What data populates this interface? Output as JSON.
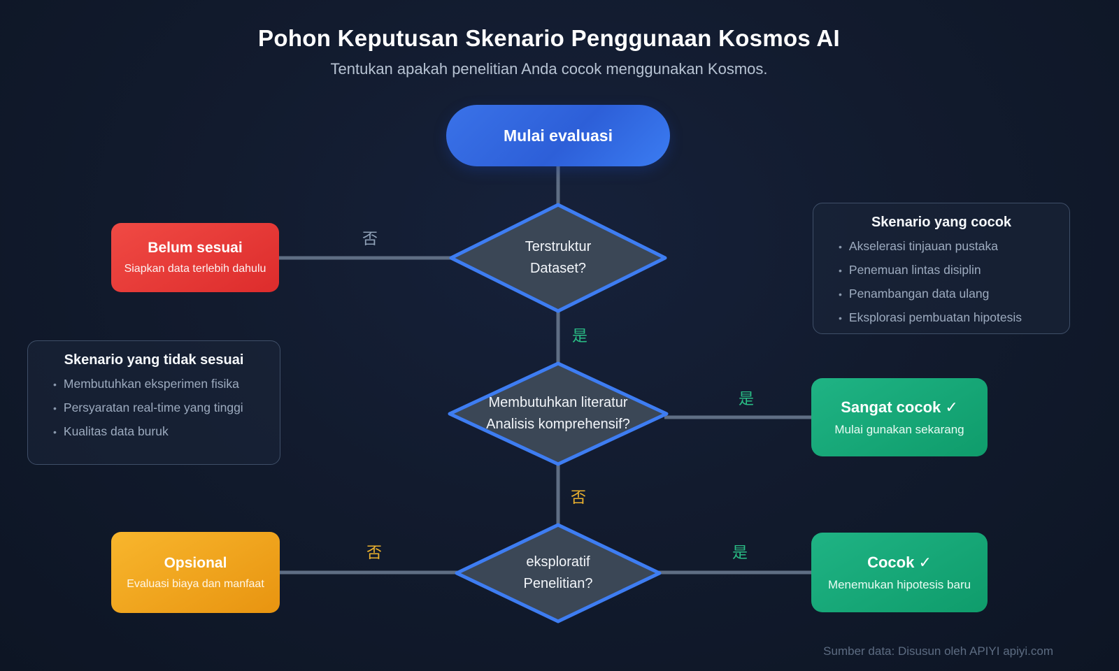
{
  "header": {
    "title": "Pohon Keputusan Skenario Penggunaan Kosmos AI",
    "subtitle": "Tentukan apakah penelitian Anda cocok menggunakan Kosmos."
  },
  "flow": {
    "start_label": "Mulai evaluasi",
    "decisions": [
      {
        "line1": "Terstruktur",
        "line2": "Dataset?"
      },
      {
        "line1": "Membutuhkan literatur",
        "line2": "Analisis komprehensif?"
      },
      {
        "line1": "eksploratif",
        "line2": "Penelitian?"
      }
    ],
    "outcomes": {
      "not_ready": {
        "title": "Belum sesuai",
        "subtitle": "Siapkan data terlebih dahulu",
        "color": "#e23b34"
      },
      "highly_suitable": {
        "title": "Sangat cocok ✓",
        "subtitle": "Mulai gunakan sekarang",
        "color": "#16a878"
      },
      "optional": {
        "title": "Opsional",
        "subtitle": "Evaluasi biaya dan manfaat",
        "color": "#f0a41e"
      },
      "suitable": {
        "title": "Cocok ✓",
        "subtitle": "Menemukan hipotesis baru",
        "color": "#16a878"
      }
    },
    "edge_labels": {
      "d1_no": {
        "label": "否",
        "color": "#90a2b8"
      },
      "d1_yes": {
        "label": "是",
        "color": "#2abd85"
      },
      "d2_yes": {
        "label": "是",
        "color": "#2abd85"
      },
      "d2_no": {
        "label": "否",
        "color": "#ecb22e"
      },
      "d3_no": {
        "label": "否",
        "color": "#ecb22e"
      },
      "d3_yes": {
        "label": "是",
        "color": "#2abd85"
      }
    }
  },
  "panels": {
    "suitable": {
      "title": "Skenario yang cocok",
      "items": [
        "Akselerasi tinjauan pustaka",
        "Penemuan lintas disiplin",
        "Penambangan data ulang",
        "Eksplorasi pembuatan hipotesis"
      ]
    },
    "unsuitable": {
      "title": "Skenario yang tidak sesuai",
      "items": [
        "Membutuhkan eksperimen fisika",
        "Persyaratan real-time yang tinggi",
        "Kualitas data buruk"
      ]
    }
  },
  "footer": {
    "source": "Sumber data: Disusun oleh APIYI apiyi.com"
  },
  "colors": {
    "background": "#121b2e",
    "accent_blue": "#3e7df2",
    "diamond_fill": "#3b4756",
    "line_gray": "#5f6e84",
    "yes_green": "#2abd85",
    "no_yellow": "#ecb22e",
    "no_gray": "#90a2b8"
  }
}
